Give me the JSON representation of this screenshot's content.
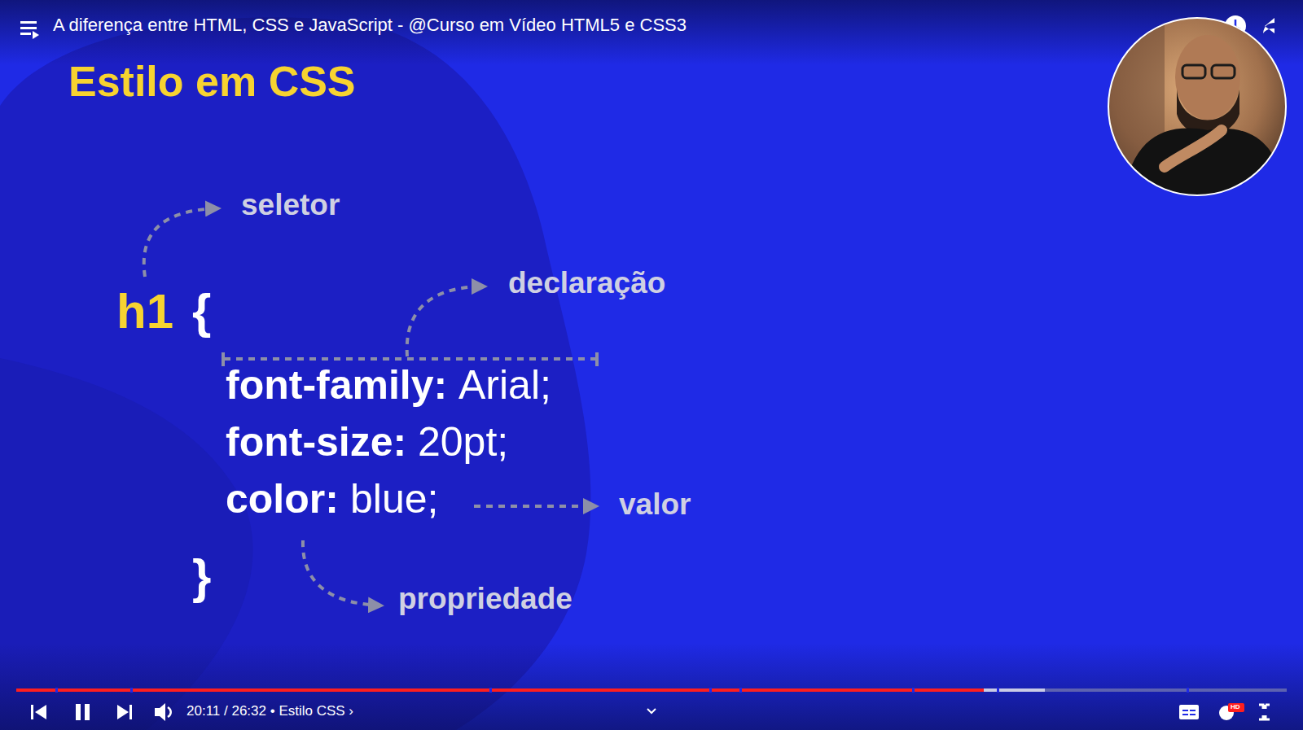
{
  "diagram": {
    "title": "Estilo em CSS",
    "labels": [
      "A diferença entre HTML, CSS e JavaScript - @Curso em Vídeo HTML5 e CSS3",
      "seletor",
      "declaração",
      "h1",
      "{",
      "font-family:",
      "Arial;",
      "font-size:",
      "20pt;",
      "color:",
      "blue;",
      "}",
      "valor",
      "propriedade",
      "20:11 / 26:32 • Estilo CSS ›",
      "HD"
    ]
  }
}
